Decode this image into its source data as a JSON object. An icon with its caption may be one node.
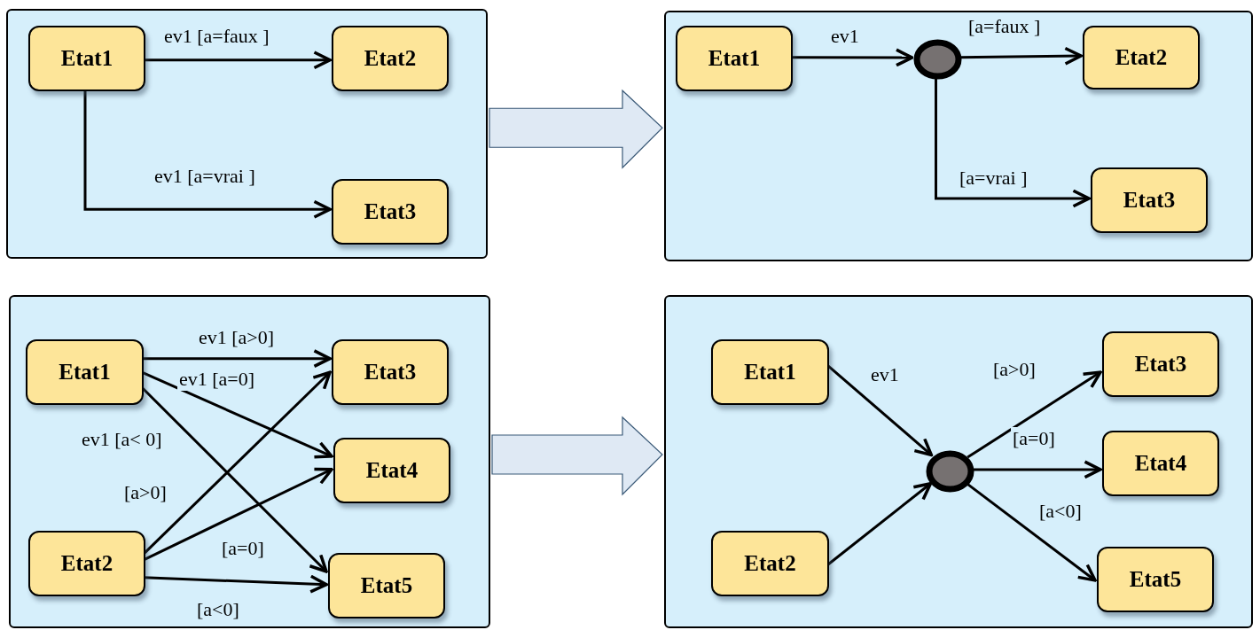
{
  "diagram": {
    "nodes": [
      {
        "text": [],
        "shape": "box"
      },
      {
        "text": [
          "Etat1"
        ],
        "in": 0
      },
      {
        "text": [
          "Etat2"
        ],
        "in": 0
      },
      {
        "text": [
          "Etat3"
        ],
        "in": 0
      },
      {
        "text": [],
        "shape": "box"
      },
      {
        "text": [
          "Etat1"
        ],
        "in": 4
      },
      {
        "text": [],
        "shape": "circle",
        "in": 4
      },
      {
        "text": [
          "Etat2"
        ],
        "in": 4
      },
      {
        "text": [
          "Etat3"
        ],
        "in": 4
      },
      {
        "text": [],
        "shape": "box"
      },
      {
        "text": [
          "Etat1"
        ],
        "in": 9
      },
      {
        "text": [
          "Etat2"
        ],
        "in": 9
      },
      {
        "text": [
          "Etat3"
        ],
        "in": 9
      },
      {
        "text": [
          "Etat4"
        ],
        "in": 9
      },
      {
        "text": [
          "Etat5"
        ],
        "in": 9
      },
      {
        "text": [],
        "shape": "box"
      },
      {
        "text": [
          "Etat1"
        ],
        "in": 15
      },
      {
        "text": [
          "Etat2"
        ],
        "in": 15
      },
      {
        "text": [],
        "shape": "circle",
        "in": 15
      },
      {
        "text": [
          "Etat3"
        ],
        "in": 15
      },
      {
        "text": [
          "Etat4"
        ],
        "in": 15
      },
      {
        "text": [
          "Etat5"
        ],
        "in": 15
      }
    ],
    "edges": [
      {
        "from": 1,
        "to": 2,
        "arrow": "to",
        "label": "ev1 [a=faux ]"
      },
      {
        "from": 1,
        "to": 3,
        "arrow": "to",
        "label": "ev1 [a=vrai ]"
      },
      {
        "from": 0,
        "to": 4,
        "arrow": "to",
        "style": "thick"
      },
      {
        "from": 5,
        "to": 6,
        "arrow": "to",
        "label": "ev1"
      },
      {
        "from": 6,
        "to": 7,
        "arrow": "to",
        "label": "[a=faux ]"
      },
      {
        "from": 6,
        "to": 8,
        "arrow": "to",
        "label": "[a=vrai ]"
      },
      {
        "from": 10,
        "to": 12,
        "arrow": "to",
        "label": "ev1 [a>0]"
      },
      {
        "from": 10,
        "to": 13,
        "arrow": "to",
        "label": "ev1 [a=0]"
      },
      {
        "from": 10,
        "to": 14,
        "arrow": "to",
        "label": "ev1 [a< 0]"
      },
      {
        "from": 11,
        "to": 12,
        "arrow": "to",
        "label": "[a>0]"
      },
      {
        "from": 11,
        "to": 13,
        "arrow": "to",
        "label": "[a=0]"
      },
      {
        "from": 11,
        "to": 14,
        "arrow": "to",
        "label": "[a<0]"
      },
      {
        "from": 9,
        "to": 15,
        "arrow": "to",
        "style": "thick"
      },
      {
        "from": 16,
        "to": 18,
        "arrow": "to",
        "label": "ev1"
      },
      {
        "from": 17,
        "to": 18,
        "arrow": "to"
      },
      {
        "from": 18,
        "to": 19,
        "arrow": "to",
        "label": "[a>0]"
      },
      {
        "from": 18,
        "to": 20,
        "arrow": "to",
        "label": "[a=0]"
      },
      {
        "from": 18,
        "to": 21,
        "arrow": "to",
        "label": "[a<0]"
      }
    ]
  }
}
